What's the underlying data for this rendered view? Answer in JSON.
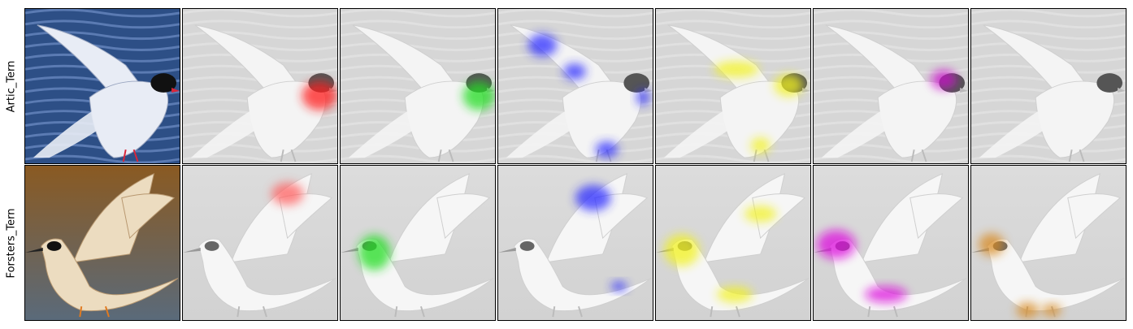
{
  "rows": [
    {
      "label": "Artic_Tern",
      "bird": "arctic-tern",
      "photo_colors": {
        "sky": "#2d4f86",
        "water_light": "#6f8fc6",
        "body": "#e8ecf5",
        "cap": "#111111",
        "beak": "#d9263a"
      },
      "overlay_colors": [
        "#ff1a1a",
        "#22dd22",
        "#2b2bff",
        "#f2f21a",
        "#cc10cc",
        "#000000"
      ]
    },
    {
      "label": "Forsters_Tern",
      "bird": "forsters-tern",
      "photo_colors": {
        "sky_top": "#8a5a22",
        "sky_bottom": "#5a6a7a",
        "body": "#ecdcc0",
        "mask": "#111111",
        "beak": "#222222"
      },
      "overlay_colors": [
        "#ff6060",
        "#22dd22",
        "#2b2bff",
        "#f2f21a",
        "#dd10dd",
        "#d88a20"
      ]
    }
  ]
}
